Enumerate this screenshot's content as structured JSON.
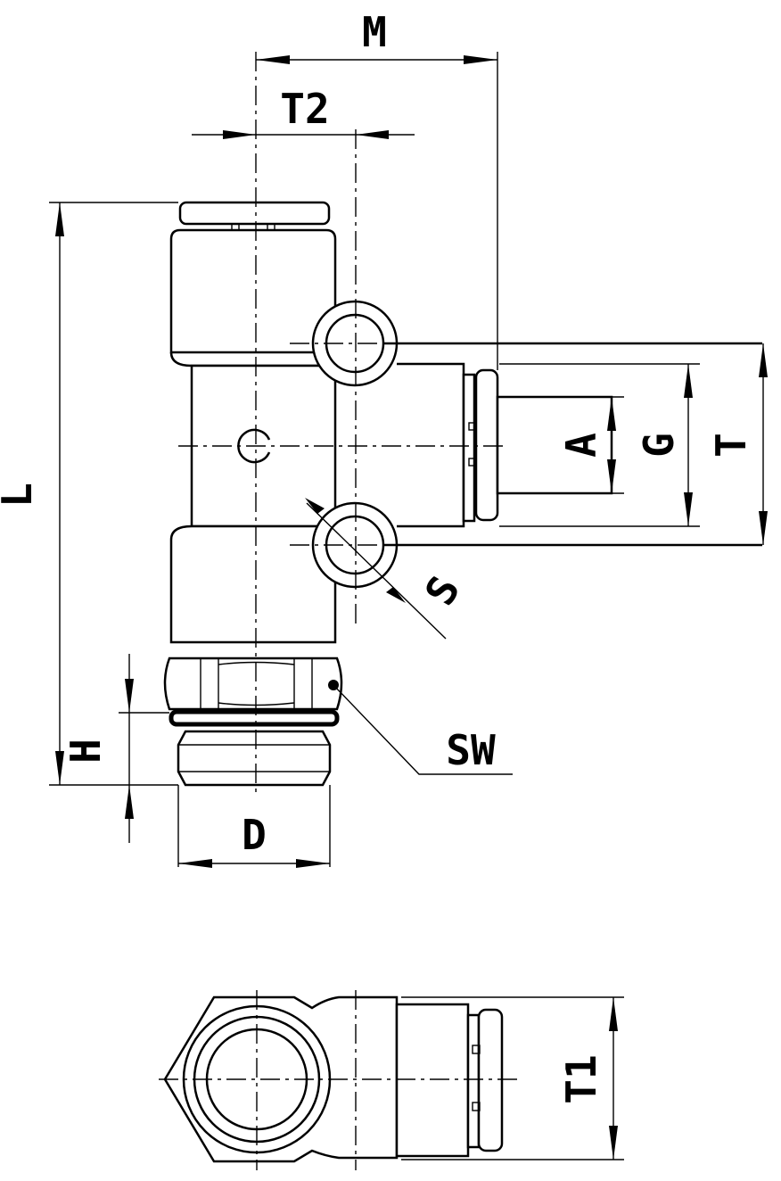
{
  "labels": {
    "M": "M",
    "T2": "T2",
    "L": "L",
    "A": "A",
    "G": "G",
    "T": "T",
    "S": "S",
    "SW": "SW",
    "H": "H",
    "D": "D",
    "T1": "T1"
  }
}
